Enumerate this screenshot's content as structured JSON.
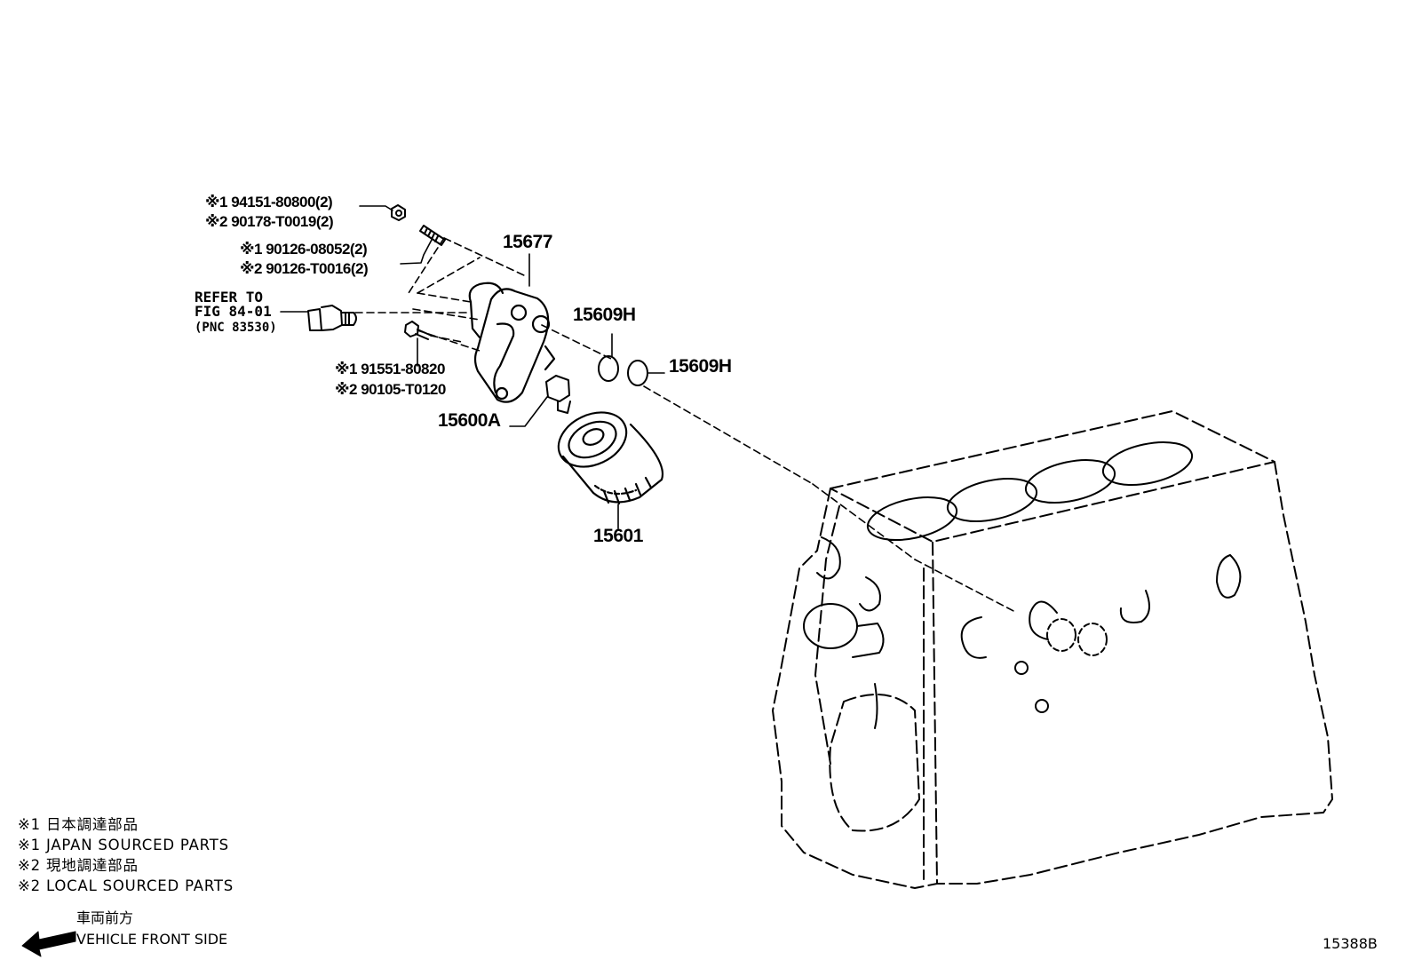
{
  "parts": {
    "nut_jp": "※1 94151-80800(2)",
    "nut_local": "※2 90178-T0019(2)",
    "stud_jp": "※1 90126-08052(2)",
    "stud_local": "※2 90126-T0016(2)",
    "bracket": "15677",
    "refer_line1": "REFER TO",
    "refer_line2": "FIG 84-01",
    "refer_line3": "(PNC 83530)",
    "bolt_jp": "※1 91551-80820",
    "bolt_local": "※2 90105-T0120",
    "oring_upper": "15609H",
    "oring_right": "15609H",
    "union": "15600A",
    "filter": "15601"
  },
  "notes": {
    "line1": "※1 日本調達部品",
    "line2": "※1 JAPAN SOURCED PARTS",
    "line3": "※2 現地調達部品",
    "line4": "※2 LOCAL SOURCED PARTS"
  },
  "front": {
    "jp": "車両前方",
    "en": "VEHICLE FRONT SIDE"
  },
  "figure_id": "15388B"
}
